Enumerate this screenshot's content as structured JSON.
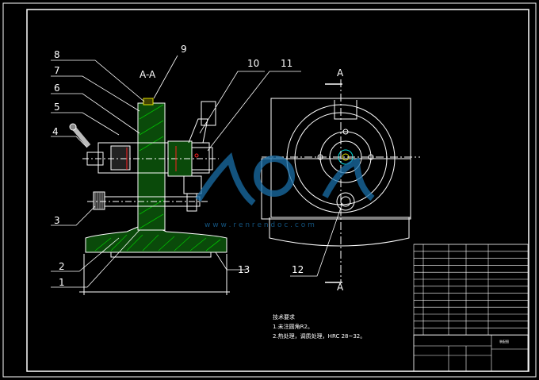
{
  "colors": {
    "background": "#000000",
    "outline": "#ffffff",
    "hatch": "#00c000",
    "watermark": "#1a6fa8",
    "accent_red": "#ff2020",
    "accent_yellow": "#e0e000",
    "accent_cyan": "#00e0e0"
  },
  "views": {
    "section_label": "A-A",
    "side_label_top": "A",
    "side_label_bottom": "A"
  },
  "callouts": [
    "1",
    "2",
    "3",
    "4",
    "5",
    "6",
    "7",
    "8",
    "9",
    "10",
    "11",
    "12",
    "13"
  ],
  "watermark": {
    "url_text": "w w w . r e n r e n d o c . c o m"
  },
  "notes": {
    "heading": "技术要求",
    "line1": "1.未注圆角R2。",
    "line2": "2.热处理，调质处理，HRC 28~32。"
  },
  "title_block": {
    "name_cell": "装配图"
  }
}
